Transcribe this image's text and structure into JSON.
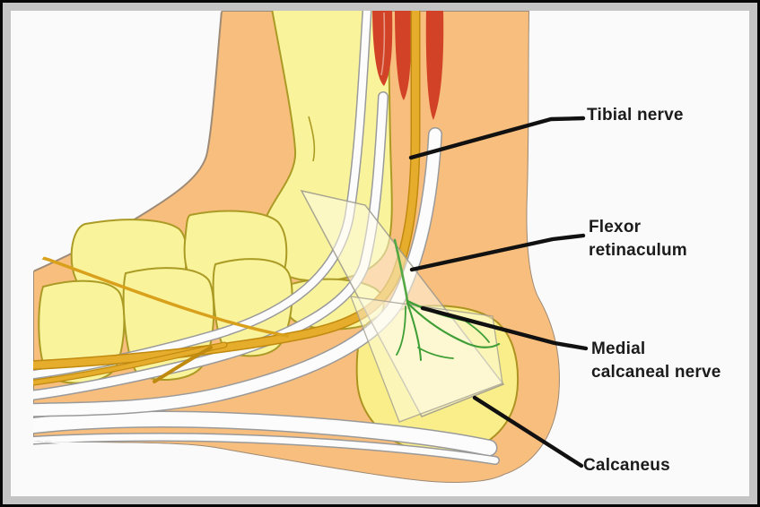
{
  "diagram": {
    "labels": [
      {
        "id": "tibial-nerve",
        "text": "Tibial nerve"
      },
      {
        "id": "flexor-retinaculum",
        "text": "Flexor\nretinaculum"
      },
      {
        "id": "medial-calcaneal-nerve",
        "text": "Medial\ncalcaneal nerve"
      },
      {
        "id": "calcaneus",
        "text": "Calcaneus"
      }
    ],
    "colors": {
      "canvas": "#fafafa",
      "frame_gray": "#c4c4c4",
      "frame_black": "#060606",
      "skin": "#f8be7d",
      "skin_outline": "#9d8b78",
      "bone": "#f9f49c",
      "bone_outline": "#ab9b25",
      "calcaneus_fill": "#f9ee8a",
      "muscle_red": "#d14227",
      "tendon_white": "#fcfcfc",
      "tendon_outline": "#9a9a9a",
      "nerve_gold": "#e5ad2b",
      "nerve_gold_dark": "#c08a10",
      "nerve_green": "#3f9e35",
      "retinaculum": "rgba(255,252,234,0.5)",
      "leader_line": "#111111",
      "label_text": "#1b1b1b"
    }
  }
}
